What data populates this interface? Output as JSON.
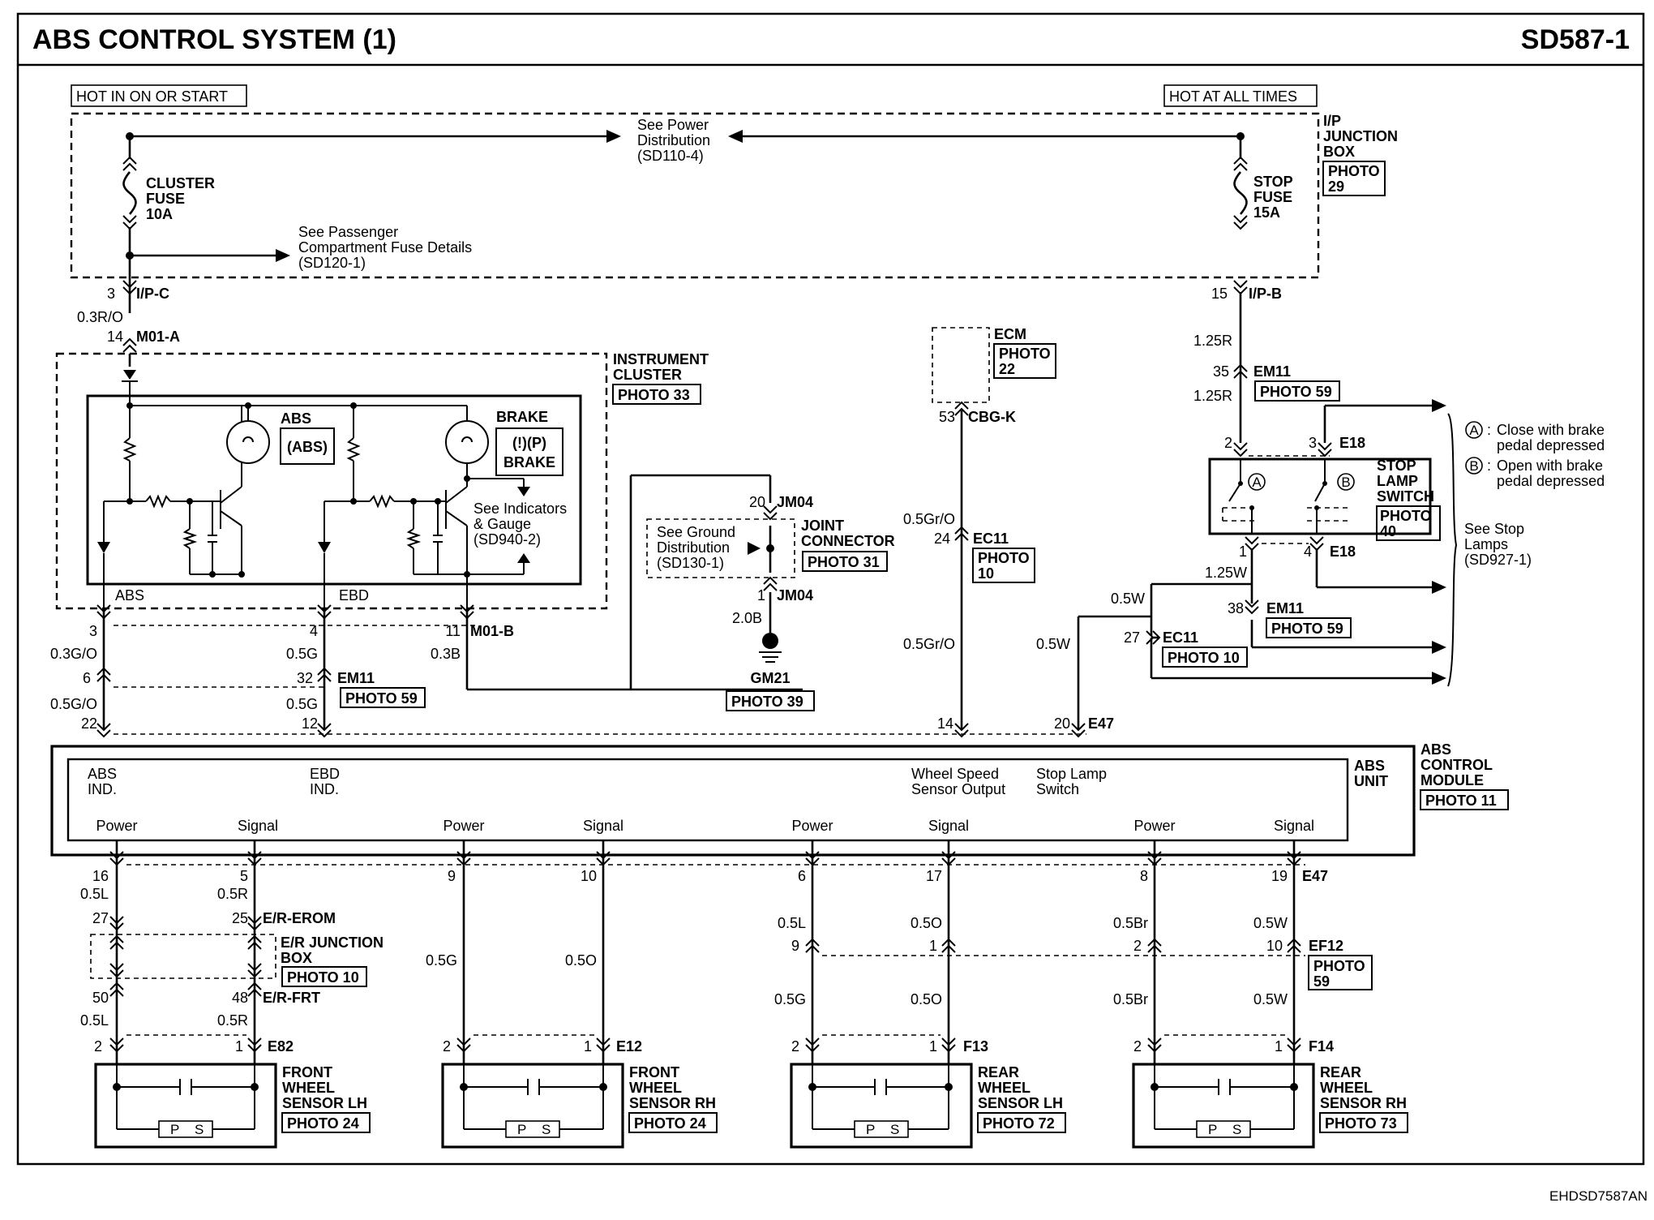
{
  "header": {
    "title": "ABS CONTROL SYSTEM (1)",
    "code": "SD587-1"
  },
  "footer": {
    "code": "EHDSD7587AN"
  },
  "power": {
    "hot_run": "HOT IN ON OR START",
    "hot_all": "HOT AT ALL TIMES",
    "see_power": [
      "See Power",
      "Distribution",
      "(SD110-4)"
    ],
    "see_pass": [
      "See Passenger",
      "Compartment Fuse Details",
      "(SD120-1)"
    ],
    "ip_box": [
      "I/P",
      "JUNCTION",
      "BOX"
    ],
    "ip_photo": [
      "PHOTO",
      "29"
    ]
  },
  "fuses": {
    "cluster": [
      "CLUSTER",
      "FUSE",
      "10A"
    ],
    "stop": [
      "STOP",
      "FUSE",
      "15A"
    ]
  },
  "cluster": {
    "name": [
      "INSTRUMENT",
      "CLUSTER"
    ],
    "photo": "PHOTO 33",
    "abs_lbl": "ABS",
    "abs_icon": "(ABS)",
    "brake_lbl": "BRAKE",
    "brake_icon": "(!)(P)",
    "brake_txt": "BRAKE",
    "see_ind": [
      "See Indicators",
      "& Gauge",
      "(SD940-2)"
    ],
    "out_abs": "ABS",
    "out_ebd": "EBD"
  },
  "connectors": {
    "ipc_pin": "3",
    "ipc": "I/P-C",
    "ipb_pin": "15",
    "ipb": "I/P-B",
    "w_03ro": "0.3R/O",
    "m01a_pin": "14",
    "m01a": "M01-A",
    "w_125r_a": "1.25R",
    "em11_35": "35",
    "em11": "EM11",
    "photo59": "PHOTO 59",
    "w_125r_b": "1.25R",
    "ecm": "ECM",
    "ecm_photo": [
      "PHOTO",
      "22"
    ],
    "cbg_pin": "53",
    "cbg": "CBG-K",
    "jm04_20": "20",
    "jm04": "JM04",
    "jm04_1": "1",
    "joint": [
      "JOINT",
      "CONNECTOR"
    ],
    "joint_photo": "PHOTO 31",
    "see_ground": [
      "See Ground",
      "Distribution",
      "(SD130-1)"
    ],
    "w_20b": "2.0B",
    "gm21": "GM21",
    "gm21_photo": "PHOTO 39",
    "w_05gro_a": "0.5Gr/O",
    "ec11_24": "24",
    "ec11": "EC11",
    "ec11_photo": [
      "PHOTO",
      "10"
    ],
    "w_05gro_b": "0.5Gr/O",
    "pin3": "3",
    "pin4": "4",
    "pin11": "11",
    "m01b": "M01-B",
    "w_03go": "0.3G/O",
    "w_05g_a": "0.5G",
    "w_03b": "0.3B",
    "pin6": "6",
    "pin32": "32",
    "em11_b": "EM11",
    "em11_b_photo": "PHOTO 59",
    "w_05go": "0.5G/O",
    "w_05g_b": "0.5G",
    "pin22": "22",
    "pin12": "12",
    "pin14": "14",
    "pin20": "20",
    "e47": "E47"
  },
  "stoplamp": {
    "pin2": "2",
    "pin3": "3",
    "e18": "E18",
    "name": [
      "STOP",
      "LAMP",
      "SWITCH"
    ],
    "photo": [
      "PHOTO",
      "40"
    ],
    "pin1": "1",
    "pin4": "4",
    "e18_b": "E18",
    "noteA": [
      "Close with brake",
      "pedal depressed"
    ],
    "noteB": [
      "Open with brake",
      "pedal depressed"
    ],
    "see_stop": [
      "See Stop",
      "Lamps",
      "(SD927-1)"
    ],
    "w_125w": "1.25W",
    "w_05w_a": "0.5W",
    "em11_38": "38",
    "em11_c": "EM11",
    "em11_c_photo": "PHOTO 59",
    "w_05w_b": "0.5W",
    "ec11_27": "27",
    "ec11_b": "EC11",
    "ec11_b_photo": "PHOTO 10"
  },
  "module": {
    "name": [
      "ABS",
      "CONTROL",
      "MODULE"
    ],
    "photo": "PHOTO 11",
    "unit": [
      "ABS",
      "UNIT"
    ],
    "abs_ind": [
      "ABS",
      "IND."
    ],
    "ebd_ind": [
      "EBD",
      "IND."
    ],
    "wss": [
      "Wheel Speed",
      "Sensor Output"
    ],
    "sls": [
      "Stop Lamp",
      "Switch"
    ],
    "power": "Power",
    "signal": "Signal"
  },
  "sensors": {
    "fl": {
      "pins_top": [
        "16",
        "5"
      ],
      "w1": [
        "0.5L",
        "0.5R"
      ],
      "pins2": [
        "27",
        "25"
      ],
      "conn2": "E/R-EROM",
      "jb": [
        "E/R JUNCTION",
        "BOX"
      ],
      "jb_photo": "PHOTO 10",
      "pins3": [
        "50",
        "48"
      ],
      "conn3": "E/R-FRT",
      "w2": [
        "0.5L",
        "0.5R"
      ],
      "pins4": [
        "2",
        "1"
      ],
      "conn": "E82",
      "name": [
        "FRONT",
        "WHEEL",
        "SENSOR LH"
      ],
      "photo": "PHOTO 24"
    },
    "fr": {
      "pins_top": [
        "9",
        "10"
      ],
      "w1": [
        "0.5G",
        "0.5O"
      ],
      "pins4": [
        "2",
        "1"
      ],
      "conn": "E12",
      "name": [
        "FRONT",
        "WHEEL",
        "SENSOR RH"
      ],
      "photo": "PHOTO 24"
    },
    "rl": {
      "pins_top": [
        "6",
        "17"
      ],
      "w1": [
        "0.5L",
        "0.5O"
      ],
      "pins2": [
        "9",
        "1"
      ],
      "w2": [
        "0.5G",
        "0.5O"
      ],
      "pins4": [
        "2",
        "1"
      ],
      "conn": "F13",
      "name": [
        "REAR",
        "WHEEL",
        "SENSOR LH"
      ],
      "photo": "PHOTO 72"
    },
    "rr": {
      "pins_top": [
        "8",
        "19"
      ],
      "top_conn": "E47",
      "w1": [
        "0.5Br",
        "0.5W"
      ],
      "pins2": [
        "2",
        "10"
      ],
      "conn2": "EF12",
      "conn2_photo": [
        "PHOTO",
        "59"
      ],
      "w2": [
        "0.5Br",
        "0.5W"
      ],
      "pins4": [
        "2",
        "1"
      ],
      "conn": "F14",
      "name": [
        "REAR",
        "WHEEL",
        "SENSOR RH"
      ],
      "photo": "PHOTO 73"
    },
    "ps": [
      "P",
      "S"
    ]
  }
}
